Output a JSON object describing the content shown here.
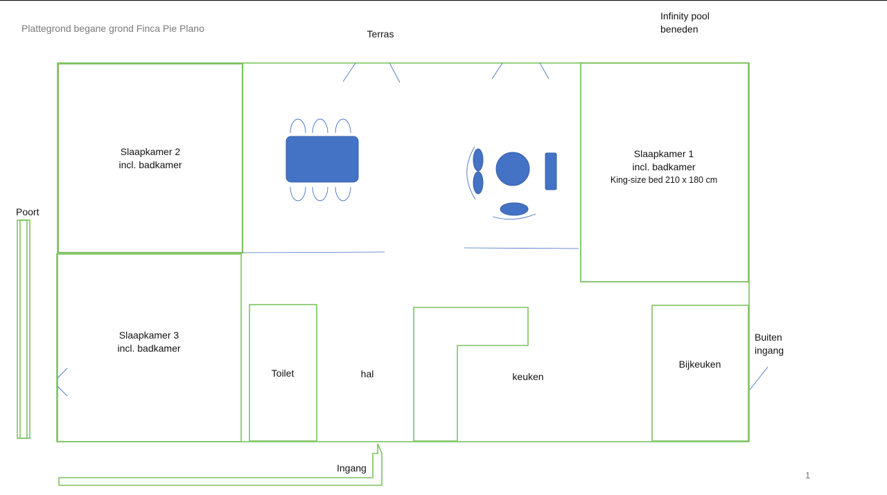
{
  "title": "Plattegrond begane grond Finca Pie Plano",
  "page_number": "1",
  "colors": {
    "wall": "#7cc25f",
    "furniture": "#4472c4",
    "thin_line": "#4472c4"
  },
  "labels": {
    "terras": "Terras",
    "pool_line1": "Infinity pool",
    "pool_line2": "beneden",
    "poort": "Poort",
    "ingang": "Ingang",
    "buiten_line1": "Buiten",
    "buiten_line2": "ingang"
  },
  "rooms": {
    "slaapkamer2": {
      "name": "Slaapkamer 2",
      "sub": "incl. badkamer"
    },
    "slaapkamer1": {
      "name": "Slaapkamer 1",
      "sub": "incl. badkamer",
      "bed": "King-size bed 210 x 180 cm"
    },
    "slaapkamer3": {
      "name": "Slaapkamer 3",
      "sub": "incl. badkamer"
    },
    "toilet": {
      "name": "Toilet"
    },
    "hal": {
      "name": "hal"
    },
    "keuken": {
      "name": "keuken"
    },
    "bijkeuken": {
      "name": "Bijkeuken"
    }
  }
}
